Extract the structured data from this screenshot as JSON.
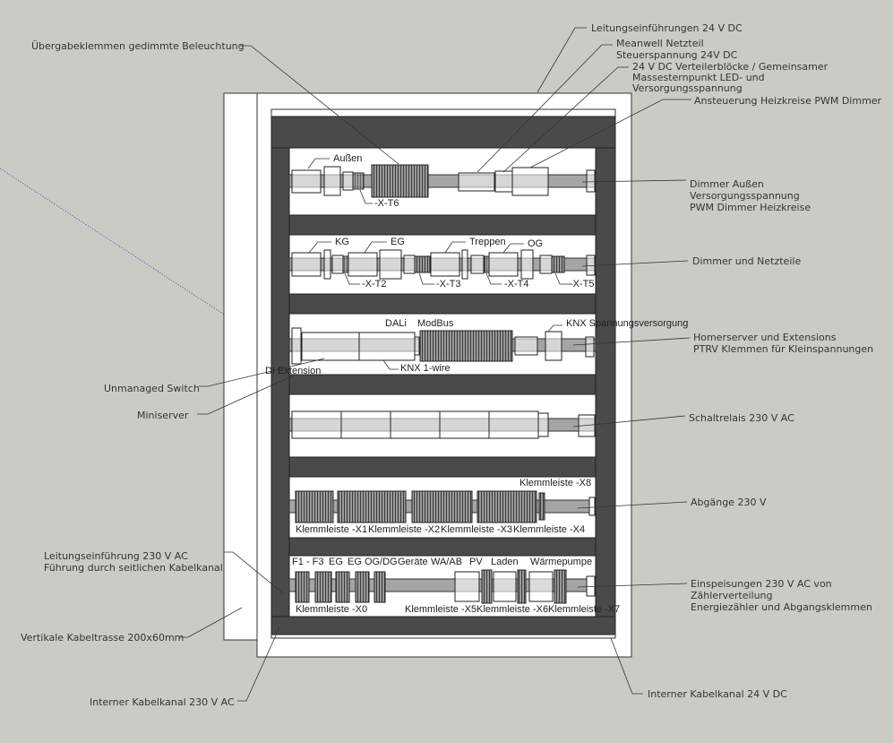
{
  "external_labels": {
    "uebergabeklemmen": "Übergabeklemmen gedimmte Beleuchtung",
    "leitungseinfuehrungen_24v": "Leitungseinführungen 24 V DC",
    "meanwell": [
      "Meanwell Netzteil",
      "Steuerspannung 24V DC"
    ],
    "verteilerbloecke": [
      "24 V DC Verteilerblöcke / Gemeinsamer",
      "Massesternpunkt LED- und",
      "Versorgungsspannung"
    ],
    "ansteuerung_heizkreise": "Ansteuerung Heizkreise PWM Dimmer",
    "dimmer_aussen": [
      "Dimmer Außen",
      "Versorgungsspannung",
      "PWM Dimmer Heizkreise"
    ],
    "dimmer_netzteile": "Dimmer und Netzteile",
    "homeserver": [
      "Homerserver und Extensions",
      "PTRV Klemmen für Kleinspannungen"
    ],
    "unmanaged_switch": "Unmanaged Switch",
    "miniserver": "Miniserver",
    "schaltrelais": "Schaltrelais 230 V AC",
    "abgaenge": "Abgänge 230 V",
    "leitungseinfuehrung_230v": [
      "Leitungseinführung 230 V AC",
      "Führung durch seitlichen Kabelkanal"
    ],
    "einspeisungen": [
      "Einspeisungen 230 V AC von",
      "Zählerverteilung",
      "Energiezähler und Abgangsklemmen"
    ],
    "vertikale_kabeltrasse": "Vertikale Kabeltrasse 200x60mm",
    "interner_kabelkanal_230": "Interner Kabelkanal 230 V AC",
    "interner_kabelkanal_24": "Interner Kabelkanal 24 V DC"
  },
  "row_labels": {
    "row1": [
      "Außen",
      "-X-T6"
    ],
    "row2": [
      "KG",
      "EG",
      "Treppen",
      "OG",
      "-X-T2",
      "-X-T3",
      "-X-T4",
      "-X-T5"
    ],
    "row3": [
      "DALi",
      "ModBus",
      "KNX Spannungsversorgung",
      "DI Extension",
      "KNX 1-wire"
    ],
    "row5": [
      "Klemmleiste -X1",
      "Klemmleiste -X2",
      "Klemmleiste -X3",
      "Klemmleiste -X4",
      "Klemmleiste -X8"
    ],
    "row6": [
      "F1 - F3",
      "EG",
      "EG OG/DG",
      "Geräte",
      "WA/AB",
      "PV",
      "Laden",
      "Wärmepumpe",
      "Klemmleiste -X0",
      "Klemmleiste -X5",
      "Klemmleiste -X6",
      "Klemmleiste -X7"
    ]
  }
}
